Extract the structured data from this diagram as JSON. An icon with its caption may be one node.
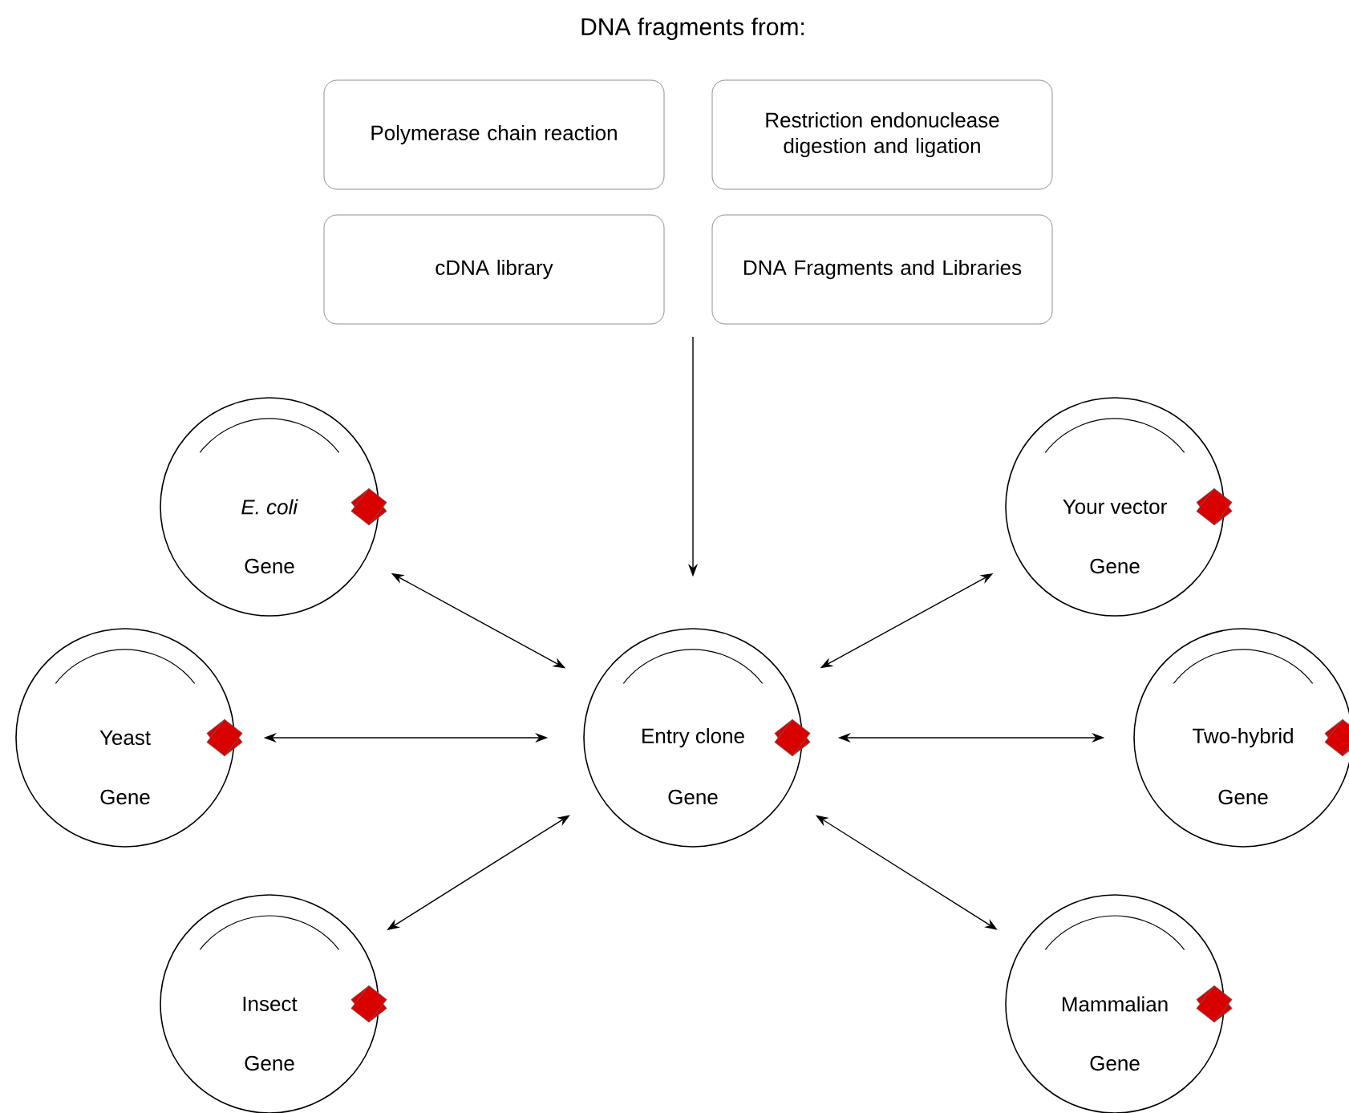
{
  "diagram": {
    "title": "DNA fragments from:",
    "nodes": [
      {
        "text": [
          "Polymerase chain reaction"
        ]
      },
      {
        "text": [
          "Restriction endonuclease digestion and ligation"
        ]
      },
      {
        "text": [
          "cDNA library"
        ]
      },
      {
        "text": [
          "DNA Fragments and Libraries"
        ]
      },
      {
        "text": [
          "*E. coli*",
          "Gene"
        ]
      },
      {
        "text": [
          "Your vector",
          "Gene"
        ]
      },
      {
        "text": [
          "Yeast",
          "Gene"
        ]
      },
      {
        "text": [
          "Entry clone",
          "Gene"
        ]
      },
      {
        "text": [
          "Two-hybrid",
          "Gene"
        ]
      },
      {
        "text": [
          "Insect",
          "Gene"
        ]
      },
      {
        "text": [
          "Mammalian",
          "Gene"
        ]
      }
    ],
    "edges": [
      {
        "from": null,
        "to": 7,
        "arrow": "to"
      },
      {
        "from": 7,
        "to": 4,
        "arrow": "both"
      },
      {
        "from": 7,
        "to": 5,
        "arrow": "both"
      },
      {
        "from": 7,
        "to": 6,
        "arrow": "both"
      },
      {
        "from": 7,
        "to": 8,
        "arrow": "both"
      },
      {
        "from": 7,
        "to": 9,
        "arrow": "both"
      },
      {
        "from": 7,
        "to": 10,
        "arrow": "both"
      }
    ]
  }
}
